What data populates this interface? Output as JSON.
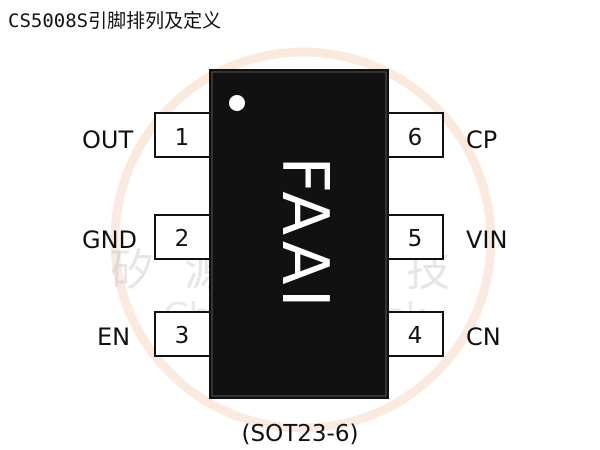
{
  "title": "CS5008S引脚排列及定义",
  "chip": {
    "marking": "FAAI",
    "body_color": "#111111",
    "marking_color": "#ffffff"
  },
  "pins_left": [
    {
      "name": "OUT",
      "number": "1"
    },
    {
      "name": "GND",
      "number": "2"
    },
    {
      "name": "EN",
      "number": "3"
    }
  ],
  "pins_right": [
    {
      "name": "CP",
      "number": "6"
    },
    {
      "name": "VIN",
      "number": "5"
    },
    {
      "name": "CN",
      "number": "4"
    }
  ],
  "package": "(SOT23-6)",
  "watermark": {
    "text_cn": "矽源特科技",
    "text_en": "ChipSourceTek",
    "color": "#f6d9c4"
  }
}
